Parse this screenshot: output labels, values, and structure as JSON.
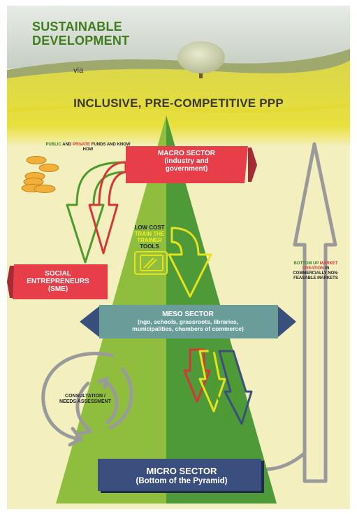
{
  "header": {
    "title_line1": "SUSTAINABLE",
    "title_line2": "DEVELOPMENT",
    "via": "via",
    "subtitle": "INCLUSIVE, PRE-COMPETITIVE PPP"
  },
  "funds": {
    "public": "PUBLIC",
    "and": " AND ",
    "private": "PRIVATE",
    "rest": " FUNDS AND KNOW HOW"
  },
  "macro": {
    "line1": "MACRO SECTOR",
    "line2": "(industry and",
    "line3": "government)"
  },
  "tools": {
    "line1": "LOW COST",
    "line2": "TRAIN THE",
    "line3": "TRAINER",
    "line4": "TOOLS"
  },
  "social": {
    "line1": "SOCIAL",
    "line2": "ENTREPRENEURS",
    "line3": "(SME)"
  },
  "meso": {
    "heading": "MESO SECTOR",
    "line1": "(ngo, schools, grassroots, libraries,",
    "line2": "municipalities, chambers of commerce)"
  },
  "consultation": {
    "line1": "CONSULTATION /",
    "line2": "NEEDS ASSESSMENT"
  },
  "bottom_up": {
    "part1": "BOTTOM UP ",
    "part2": "MARKET CREATION",
    "part3": " IN COMMERCIALLY NON-FEASABLE MARKETS"
  },
  "micro": {
    "heading": "MICRO SECTOR",
    "sub": "(Bottom of the Pyramid)"
  },
  "colors": {
    "pyramid_light": "#8fbe3f",
    "pyramid_dark": "#4f9a38",
    "red_banner": "#e83e4a",
    "teal_banner": "#6a9d9a",
    "navy_banner": "#3b4f7e",
    "title_green": "#3f7d1f",
    "background_cream": "#f3efbf"
  }
}
